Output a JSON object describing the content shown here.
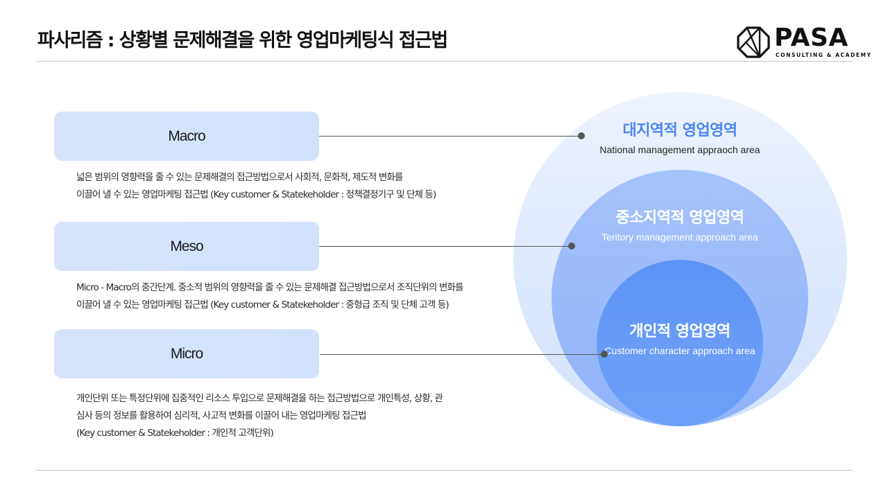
{
  "header": {
    "title": "파사리즘 : 상황별 문제해결을 위한 영업마케팅식 접근법"
  },
  "logo": {
    "icon": "octagon-logo-icon",
    "word": "PASA",
    "subtitle": "CONSULTING & ACADEMY"
  },
  "levels": [
    {
      "label": "Macro",
      "description": [
        "넓은 범위의 영향력을 줄 수 있는 문제해결의 접근방법으로서 사회적, 문화적, 제도적 변화를",
        "이끌어 낼 수 있는 영업마케팅 접근법 (Key customer & Statekeholder : 정책결정기구 및 단체 등)"
      ]
    },
    {
      "label": "Meso",
      "description": [
        "Micro - Macro의 중간단계. 중소적 범위의 영향력을 줄 수 있는 문제해결 접근방법으로서  조직단위의 변화를",
        "이끌어 낼 수 있는 영업마케팅 접근법 (Key customer & Statekeholder : 중형급 조직 및 단체 고객 등)"
      ]
    },
    {
      "label": "Micro",
      "description": [
        "개인단위 또는 특정단위에 집중적인 리소스 투입으로 문제해결을 하는 접근방법으로 개인특성, 상황, 관",
        "심사 등의 정보를 활용하여 심리적, 사고적 변화를 이끌어 내는 영업마케팅 접근법",
        "(Key customer & Statekeholder : 개인적 고객단위)"
      ]
    }
  ],
  "circles": {
    "outer": {
      "title": "대지역적 영업영역",
      "subtitle": "National management appraoch area",
      "color": "#dce8fd",
      "title_color": "#4a86ee"
    },
    "middle": {
      "title": "중소지역적 영업영역",
      "subtitle": "Teritory management approach area",
      "color": "#99bafa"
    },
    "inner": {
      "title": "개인적 영업영역",
      "subtitle": "Customer character approach area",
      "color": "#6299f6"
    }
  },
  "colors": {
    "box_fill": "#d4e3fc",
    "connector": "#555555",
    "rule": "#c4c4c4"
  }
}
